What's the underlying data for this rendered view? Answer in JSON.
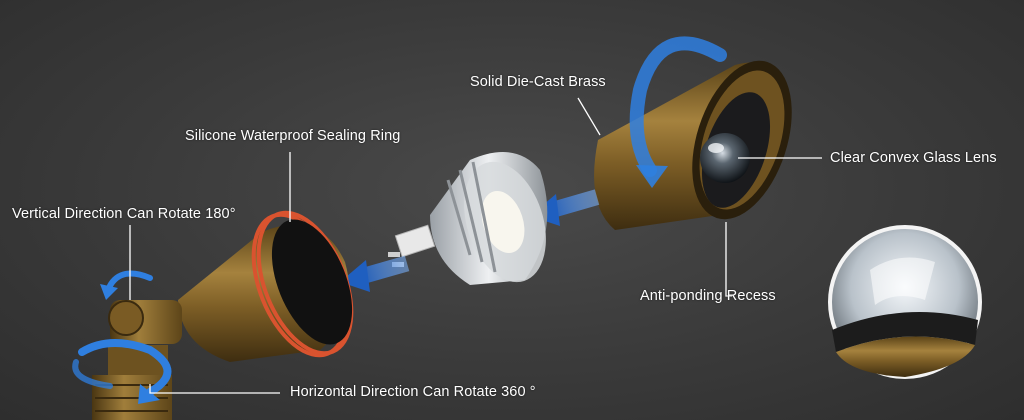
{
  "callouts": {
    "solid_brass": "Solid Die-Cast Brass",
    "sealing_ring": "Silicone Waterproof Sealing Ring",
    "vertical_rotate": "Vertical Direction Can Rotate 180°",
    "glass_lens": "Clear Convex Glass Lens",
    "anti_ponding": "Anti-ponding Recess",
    "horizontal_rotate": "Horizontal Direction Can Rotate 360 °"
  },
  "colors": {
    "background": "#3a3a3a",
    "brass": "#8a6a2c",
    "accent_arrow": "#2f7fe0",
    "sealing_ring": "#d9532f",
    "leader_line": "#ffffff"
  },
  "icons": {
    "rotation_arrow": "rotate-arrow-icon",
    "direction_arrow": "direction-arrow-icon"
  }
}
